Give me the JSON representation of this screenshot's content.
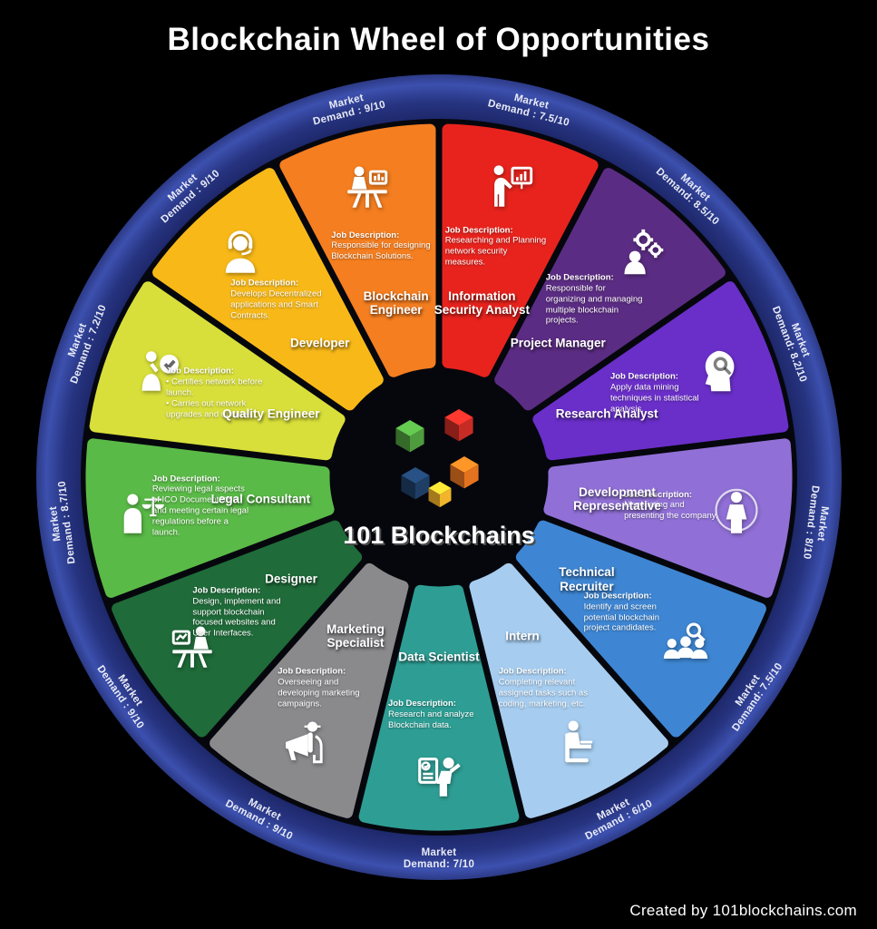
{
  "title": "Blockchain Wheel of Opportunities",
  "footer": "Created by 101blockchains.com",
  "center": {
    "brand": "101 Blockchains",
    "logo_cube_colors": [
      "#4E9C3E",
      "#C72C24",
      "#1F3E66",
      "#F1B42B",
      "#E4731F"
    ]
  },
  "ring_color": "#222E78",
  "ring_edge_color": "#3C50AE",
  "segments": [
    {
      "title": "Blockchain Engineer",
      "description_label": "Job Description:",
      "description": "Responsible for designing Blockchain Solutions.",
      "market_demand": "Market Demand : 9/10",
      "color": "#F47E20",
      "icon": "engineer-workstation-icon"
    },
    {
      "title": "Information Security Analyst",
      "description_label": "Job Description:",
      "description": "Researching and Planning network security measures.",
      "market_demand": "Market Demand : 7.5/10",
      "color": "#E8231D",
      "icon": "presenter-chart-icon"
    },
    {
      "title": "Project Manager",
      "description_label": "Job Description:",
      "description": "Responsible for organizing and managing multiple blockchain projects.",
      "market_demand": "Market Demand: 8.5/10",
      "color": "#5B2C83",
      "icon": "person-gears-icon"
    },
    {
      "title": "Research Analyst",
      "description_label": "Job Description:",
      "description": "Apply data mining techniques in statistical analysis.",
      "market_demand": "Market Demand: 8.2/10",
      "color": "#6A2FC9",
      "icon": "head-magnifier-icon"
    },
    {
      "title": "Development Representative",
      "description_label": "Job Description:",
      "description": "Negotiating and presenting the company.",
      "market_demand": "Market Demand : 8/10",
      "color": "#9070D6",
      "icon": "standing-person-icon"
    },
    {
      "title": "Technical Recruiter",
      "description_label": "Job Description:",
      "description": "Identify and screen potential blockchain project candidates.",
      "market_demand": "Market Demand: 7.5/10",
      "color": "#3E86D3",
      "icon": "candidate-search-icon"
    },
    {
      "title": "Intern",
      "description_label": "Job Description:",
      "description": "Completing relevant assigned tasks such as coding, marketing, etc.",
      "market_demand": "Market Demand : 6/10",
      "color": "#A6CDF0",
      "icon": "seated-intern-icon"
    },
    {
      "title": "Data Scientist",
      "description_label": "Job Description:",
      "description": "Research and analyze Blockchain data.",
      "market_demand": "Market Demand: 7/10",
      "color": "#2E9E94",
      "icon": "person-checklist-icon"
    },
    {
      "title": "Marketing Specialist",
      "description_label": "Job Description:",
      "description": "Overseeing and developing marketing campaigns.",
      "market_demand": "Market Demand : 9/10",
      "color": "#8A8A8D",
      "icon": "megaphone-icon"
    },
    {
      "title": "Designer",
      "description_label": "Job Description:",
      "description": "Design, implement and support blockchain focused websites and User Interfaces.",
      "market_demand": "Market Demand : 9/10",
      "color": "#1F6B39",
      "icon": "designer-workstation-icon"
    },
    {
      "title": "Legal Consultant",
      "description_label": "Job Description:",
      "description": "Reviewing legal aspects of ICO Documentation and meeting certain legal regulations before a launch.",
      "market_demand": "Market Demand : 8.7/10",
      "color": "#5ABA47",
      "icon": "scales-person-icon"
    },
    {
      "title": "Quality Engineer",
      "description_label": "Job Description:",
      "description": "• Certifies network before launch.\n• Carries out network upgrades and updates.",
      "market_demand": "Market Demand : 7.2/10",
      "color": "#D8DF3A",
      "icon": "quality-check-icon"
    },
    {
      "title": "Developer",
      "description_label": "Job Description:",
      "description": "Develops Decentralized applications and Smart Contracts.",
      "market_demand": "Market Demand : 9/10",
      "color": "#F8B918",
      "icon": "headset-person-icon"
    }
  ]
}
